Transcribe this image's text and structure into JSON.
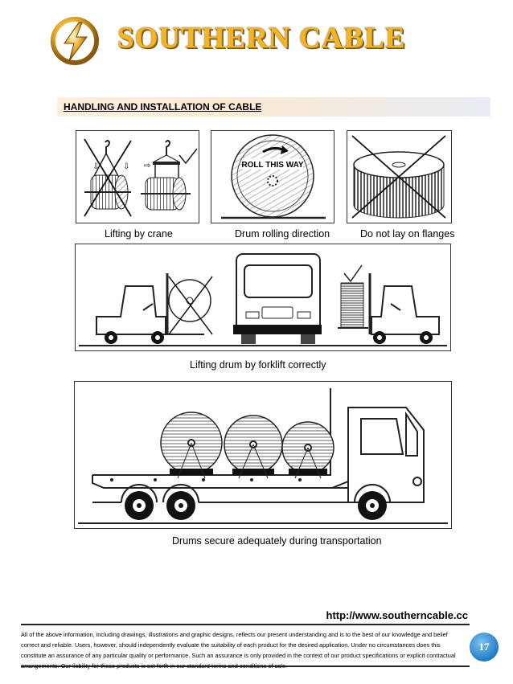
{
  "header": {
    "brand": "SOUTHERN CABLE"
  },
  "section": {
    "title": "HANDLING AND INSTALLATION OF CABLE"
  },
  "figures": {
    "crane_caption": "Lifting by crane",
    "rolling_caption": "Drum rolling direction",
    "roll_label": "ROLL THIS WAY",
    "flanges_caption": "Do not lay on flanges",
    "forklift_caption": "Lifting drum by forklift correctly",
    "transport_caption": "Drums secure adequately during transportation"
  },
  "footer": {
    "url": "http://www.southerncable.cc",
    "disclaimer": "All of the above information, including drawings, illustrations and graphic designs, reflects our present understanding and is to the best of our knowledge and belief correct and reliable. Users, however, should independently evaluate the suitability of each product for the desired application. Under no circumstances does this constitute an assurance of any particular quality or performance. Such an assurance is only provided in the context of our product specifications or explicit contractual arrangements. Our liability for these products is set forth in our standard terms and conditions of sale.",
    "page_number": "17"
  },
  "colors": {
    "brand_gold": "#f2b526",
    "page_badge": "#2d8fd6"
  }
}
